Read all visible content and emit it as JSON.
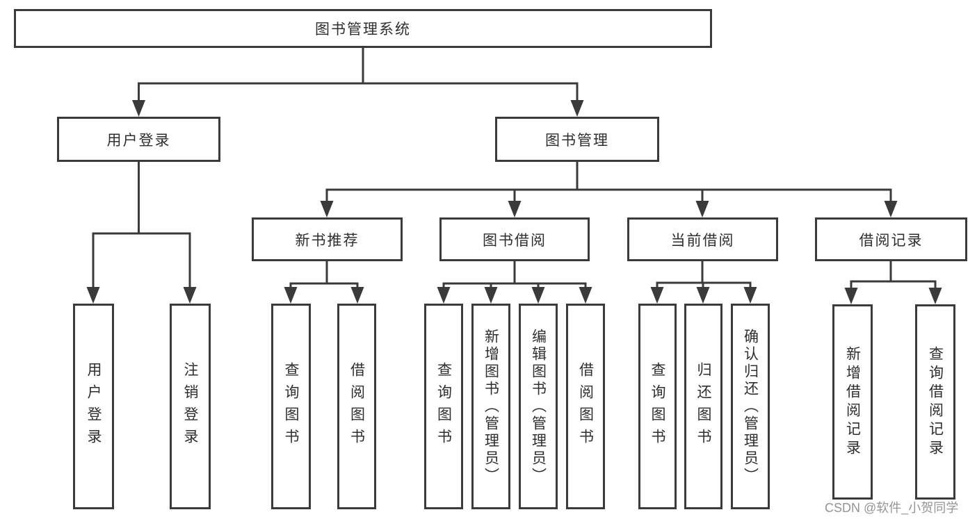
{
  "colors": {
    "background": "#ffffff",
    "line": "#3a3a3a",
    "box_border": "#3a3a3a",
    "text": "#2e2e2e",
    "watermark": "#949494"
  },
  "tree": {
    "root": {
      "label": "图书管理系统",
      "children": [
        {
          "label": "用户登录",
          "children": [
            {
              "label": "用户登录"
            },
            {
              "label": "注销登录"
            }
          ]
        },
        {
          "label": "图书管理",
          "children": [
            {
              "label": "新书推荐",
              "children": [
                {
                  "label": "查询图书"
                },
                {
                  "label": "借阅图书"
                }
              ]
            },
            {
              "label": "图书借阅",
              "children": [
                {
                  "label": "查询图书"
                },
                {
                  "label": "新增图书（管理员）"
                },
                {
                  "label": "编辑图书（管理员）"
                },
                {
                  "label": "借阅图书"
                }
              ]
            },
            {
              "label": "当前借阅",
              "children": [
                {
                  "label": "查询图书"
                },
                {
                  "label": "归还图书"
                },
                {
                  "label": "确认归还（管理员）"
                }
              ]
            },
            {
              "label": "借阅记录",
              "children": [
                {
                  "label": "新增借阅记录"
                },
                {
                  "label": "查询借阅记录"
                }
              ]
            }
          ]
        }
      ]
    }
  },
  "watermark": {
    "text": "CSDN @软件_小贺同学"
  }
}
